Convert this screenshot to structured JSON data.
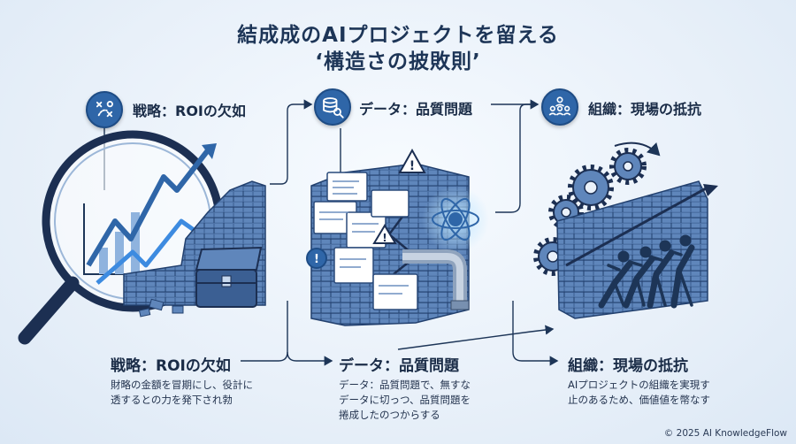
{
  "title": {
    "line1": "結成成のAIプロジェクトを留える",
    "line2": "‘構造さの披敗則’"
  },
  "pillars": [
    {
      "label": "戦略：ROIの欠如",
      "icon": "strategy-playbook-icon",
      "bottom_title": "戦略：ROIの欠如",
      "desc": [
        "財略の金額を冒期にし、役計に",
        "透するとの力を発下され勃"
      ]
    },
    {
      "label": "データ：品質問題",
      "icon": "database-search-icon",
      "bottom_title": "データ：品質問題",
      "desc": [
        "データ：品質問題で、無すな",
        "データに切っつ、品質問題を",
        "捲成したのつからする"
      ]
    },
    {
      "label": "組織：現場の抵抗",
      "icon": "team-organization-icon",
      "bottom_title": "組織：現場の抵抗",
      "desc": [
        "AIプロジェクトの組織を実現す",
        "止のあるため、価値値を幣なす"
      ]
    }
  ],
  "footer": {
    "copyright": "© 2025 AI KnowledgeFlow"
  },
  "colors": {
    "primary": "#2f66a8",
    "dark": "#1d3557",
    "brick": "#4a6fa5",
    "accent": "#3d8be0"
  }
}
